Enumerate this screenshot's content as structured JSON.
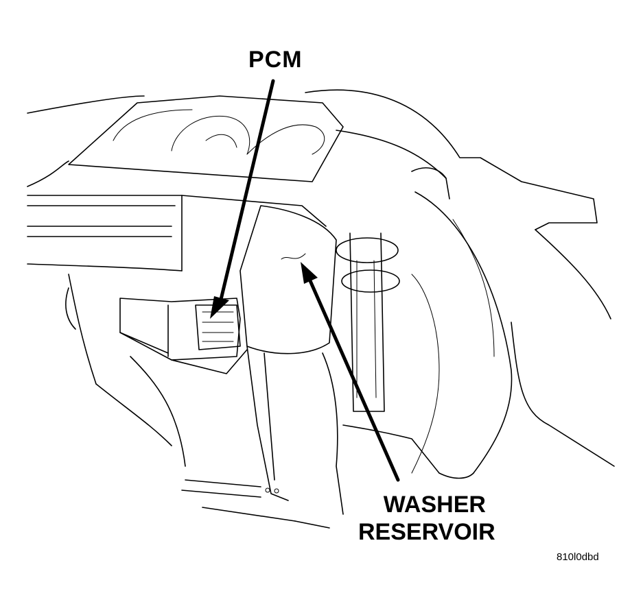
{
  "labels": {
    "pcm": "PCM",
    "washer_line1": "WASHER",
    "washer_line2": "RESERVOIR",
    "figure_code": "810l0dbd"
  },
  "colors": {
    "ink": "#000000",
    "paper": "#ffffff"
  }
}
